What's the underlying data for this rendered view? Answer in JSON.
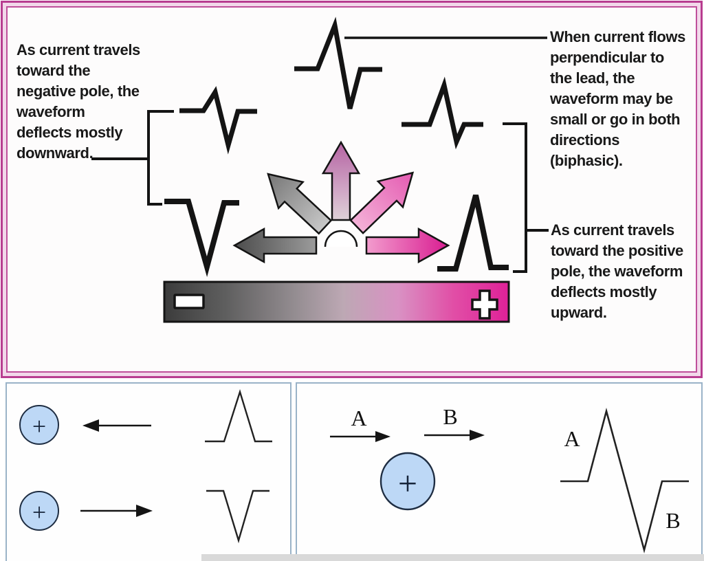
{
  "top_panel": {
    "negative_label": "As current travels\ntoward the\nnegative pole, the\nwaveform\ndeflects mostly\ndownward.",
    "perpendicular_label": "When current flows\nperpendicular to\nthe lead, the\nwaveform may be\nsmall or go in both\ndirections\n(biphasic).",
    "positive_label": "As current travels\ntoward the positive\npole, the waveform\ndeflects mostly\nupward.",
    "icons": {
      "negative_pole": "minus-icon",
      "positive_pole": "plus-icon",
      "current_directions": [
        "arrow-left",
        "arrow-up-left",
        "arrow-up",
        "arrow-up-right",
        "arrow-right"
      ]
    },
    "colors": {
      "frame": "#b83d90",
      "frame_inner": "#f2d8ea",
      "bar_negative_end": "#3c3c3c",
      "bar_positive_end": "#df2198",
      "arrow_gray_dark": "#4f4f4f",
      "arrow_gray": "#7b7b7b",
      "arrow_mauve": "#b667a4",
      "arrow_pink": "#e560b4",
      "arrow_magenta": "#d91f92"
    }
  },
  "bottom_left_panel": {
    "electrode_symbol_top": "+",
    "electrode_symbol_bottom": "+",
    "circle_fill": "#bdd8f6"
  },
  "bottom_right_panel": {
    "arrow_a_label": "A",
    "arrow_b_label": "B",
    "electrode_symbol": "+",
    "wave_a_label": "A",
    "wave_b_label": "B",
    "circle_fill": "#bdd8f6"
  }
}
